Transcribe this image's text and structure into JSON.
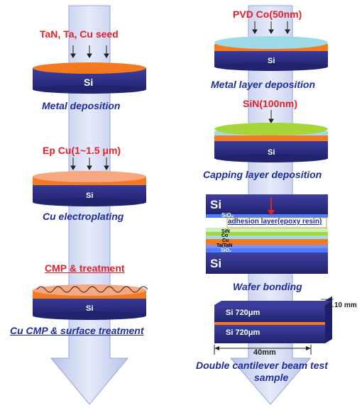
{
  "left_column": {
    "step1": {
      "input": "TaN, Ta, Cu seed",
      "caption": "Metal deposition",
      "wafer_label": "Si"
    },
    "step2": {
      "input": "Ep Cu(1~1.5 μm)",
      "caption": "Cu electroplating",
      "wafer_label": "Si"
    },
    "step3": {
      "input": "CMP & treatment",
      "caption": "Cu CMP & surface treatment",
      "wafer_label": "Si"
    }
  },
  "right_column": {
    "step1": {
      "input": "PVD Co(50nm)",
      "caption": "Metal layer deposition",
      "wafer_label": "Si"
    },
    "step2": {
      "input": "SiN(100nm)",
      "caption": "Capping layer deposition",
      "wafer_label": "Si"
    },
    "bonding": {
      "caption": "Wafer bonding",
      "top_si": "Si",
      "top_sio2": "SiO₂",
      "adhesion_label": "adhesion layer(epoxy resin)",
      "stack_labels": [
        "SiN",
        "Co",
        "Cu",
        "Ta/TaN",
        "SiO₂"
      ],
      "bottom_si": "Si"
    },
    "dcb": {
      "caption_line1": "Double cantilever beam test",
      "caption_line2": "sample",
      "top_label": "Si 720μm",
      "bottom_label": "Si 720μm",
      "width_label": "40mm",
      "depth_label": "10 mm"
    }
  },
  "colors": {
    "arrow_fill": "#d4dcf3",
    "arrow_edge": "#a7b2de",
    "si": "#2e2f8c",
    "cu": "#f57a1f",
    "cu_light": "#f7a880",
    "co": "#9fdbe6",
    "sin": "#a6d63a",
    "text_red": "#e5202b",
    "text_blue": "#1f2e9c"
  }
}
